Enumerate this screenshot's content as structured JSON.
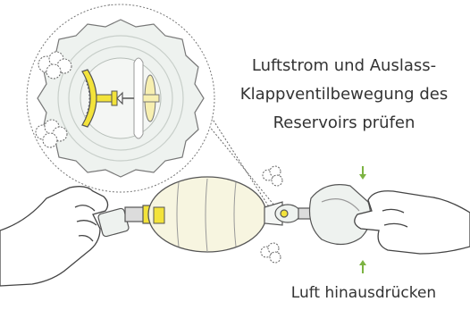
{
  "instruction": {
    "line1": "Luftstrom und Auslass-",
    "line2": "Klappventilbewegung des",
    "line3": "Reservoirs prüfen"
  },
  "caption": "Luft hinausdrücken",
  "colors": {
    "outline": "#555555",
    "valve_yellow": "#f3e33a",
    "bag_fill": "#f7f5e0",
    "magnifier_fill": "#eef2ef",
    "arrow_green": "#7cb342"
  }
}
